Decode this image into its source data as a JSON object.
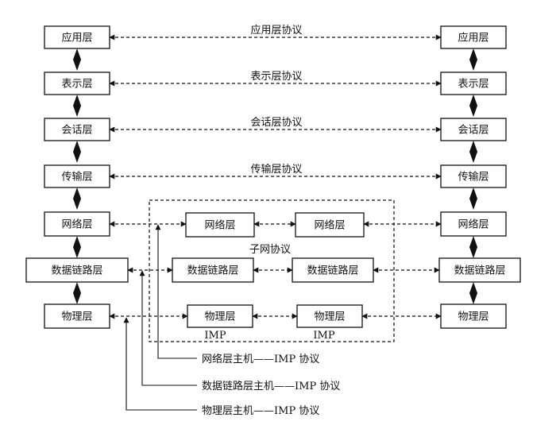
{
  "host_left": {
    "layers": [
      "应用层",
      "表示层",
      "会话层",
      "传输层",
      "网络层",
      "数据链路层",
      "物理层"
    ]
  },
  "host_right": {
    "layers": [
      "应用层",
      "表示层",
      "会话层",
      "传输层",
      "网络层",
      "数据链路层",
      "物理层"
    ]
  },
  "peer_protocols": [
    "应用层协议",
    "表示层协议",
    "会话层协议",
    "传输层协议"
  ],
  "subnet": {
    "imp1": {
      "network": "网络层",
      "datalink": "数据链路层",
      "physical": "物理层",
      "label": "IMP"
    },
    "imp2": {
      "network": "网络层",
      "datalink": "数据链路层",
      "physical": "物理层",
      "label": "IMP"
    },
    "protocol_label": "子网协议"
  },
  "legend": {
    "network": "网络层主机——IMP 协议",
    "datalink": "数据链路层主机——IMP 协议",
    "physical": "物理层主机——IMP 协议"
  }
}
